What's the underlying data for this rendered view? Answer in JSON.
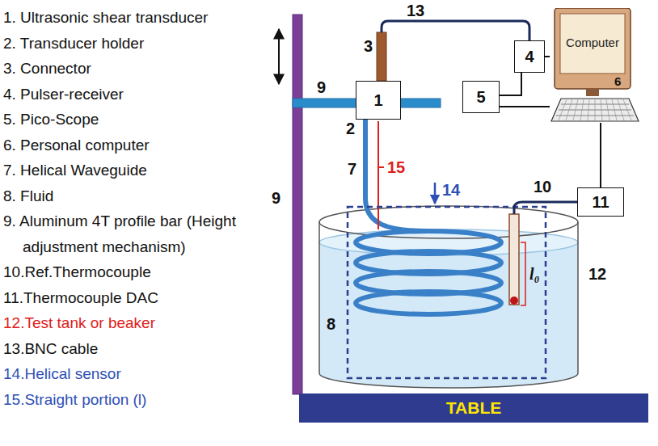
{
  "diagram": {
    "nodes": [
      {
        "text": [
          "1"
        ]
      },
      {
        "text": [
          "4"
        ]
      },
      {
        "text": [
          "Computer",
          "6"
        ]
      },
      {
        "text": [
          "5"
        ]
      },
      {
        "text": [
          "11"
        ]
      },
      {
        "text": [
          "TABLE"
        ]
      }
    ],
    "edges": [
      {
        "from": 1,
        "to": 3,
        "arrow": "none"
      },
      {
        "from": 1,
        "to": 2,
        "arrow": "none"
      },
      {
        "from": 3,
        "to": 2,
        "arrow": "none"
      },
      {
        "from": 2,
        "to": 4,
        "arrow": "none"
      }
    ],
    "labels": [
      "1. Ultrasonic shear transducer",
      "2. Transducer holder",
      "3. Connector",
      "4. Pulser-receiver",
      "5. Pico-Scope",
      "6. Personal computer",
      "7. Helical Waveguide",
      "8. Fluid",
      "9. Aluminum 4T profile bar (Height adjustment mechanism)",
      "10.Ref.Thermocouple",
      "11.Thermocouple DAC",
      "12.Test tank or beaker",
      "13.BNC cable",
      "14.Helical sensor",
      "15.Straight portion (l)",
      "3",
      "13",
      "9",
      "9",
      "2",
      "7",
      "15",
      "14",
      "10",
      "8",
      "12",
      "l₀"
    ]
  }
}
